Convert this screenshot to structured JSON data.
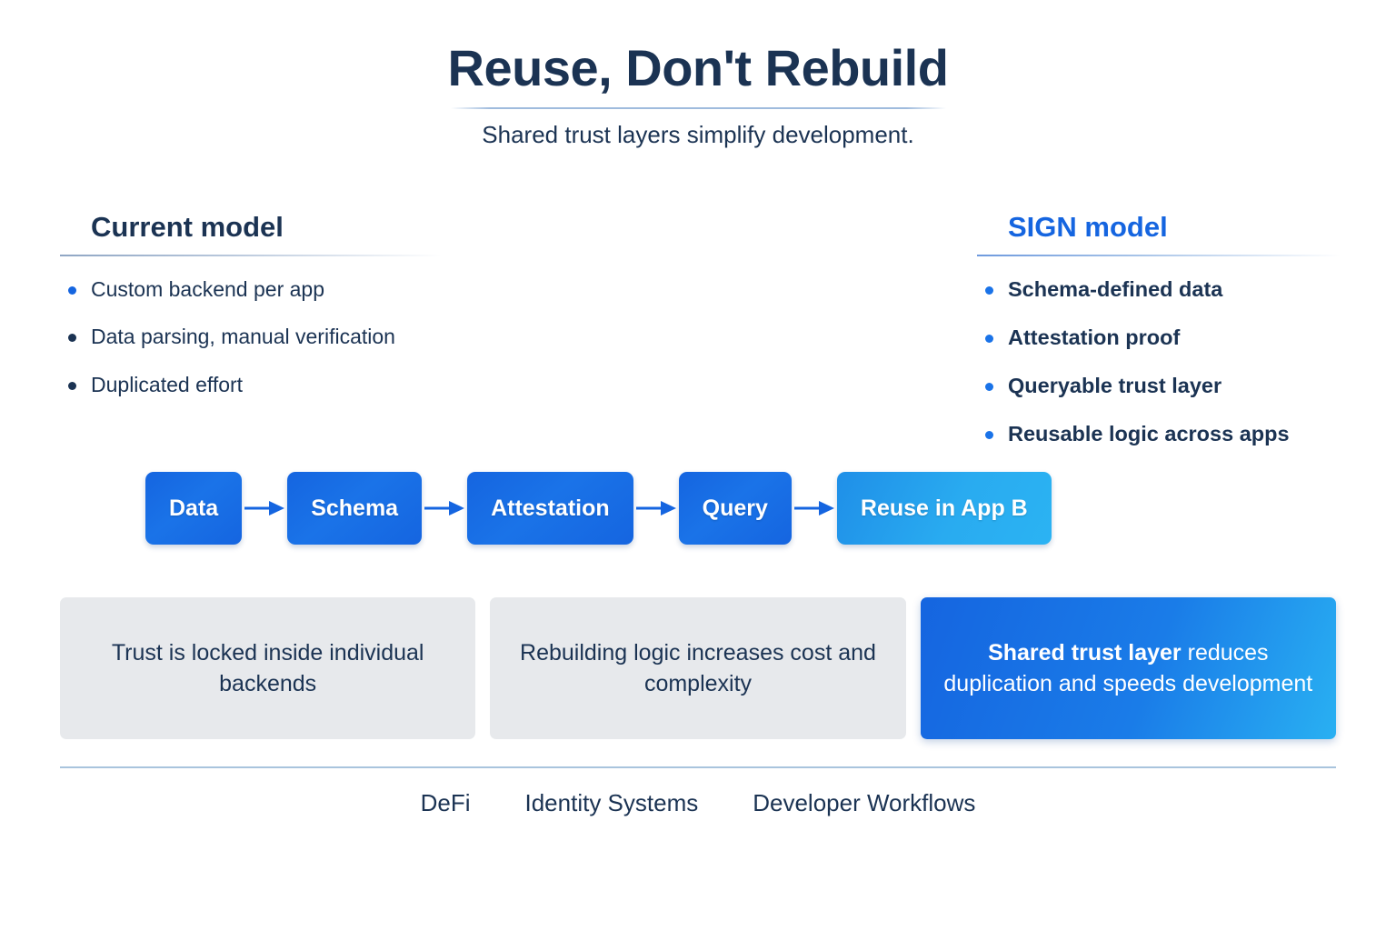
{
  "header": {
    "title": "Reuse, Don't Rebuild",
    "subtitle": "Shared trust layers simplify development."
  },
  "columns": {
    "left": {
      "heading": "Current model",
      "bullets": [
        "Custom backend per app",
        "Data parsing, manual verification",
        "Duplicated effort"
      ]
    },
    "right": {
      "heading": "SIGN model",
      "bullets": [
        "Schema-defined data",
        "Attestation proof",
        "Queryable trust layer",
        "Reusable logic across apps"
      ]
    }
  },
  "pipeline": {
    "steps": [
      {
        "label": "Data"
      },
      {
        "label": "Schema"
      },
      {
        "label": "Attestation"
      },
      {
        "label": "Query"
      },
      {
        "label": "Reuse in App B"
      }
    ],
    "arrow_icon": "arrow-right-icon"
  },
  "cards": [
    {
      "text": "Trust is locked inside individual backends",
      "style": "muted"
    },
    {
      "text": "Rebuilding logic increases cost and complexity",
      "style": "muted"
    },
    {
      "lead": "Shared trust layer",
      "rest": " reduces duplication and speeds development",
      "style": "highlight"
    }
  ],
  "footer": {
    "items": [
      "DeFi",
      "Identity Systems",
      "Developer Workflows"
    ]
  },
  "colors": {
    "navy": "#1b3353",
    "brand_blue": "#1565e0",
    "accent_blue": "#29b0f2",
    "muted_card": "#e7e9ec",
    "rule": "#a9c4dd"
  }
}
